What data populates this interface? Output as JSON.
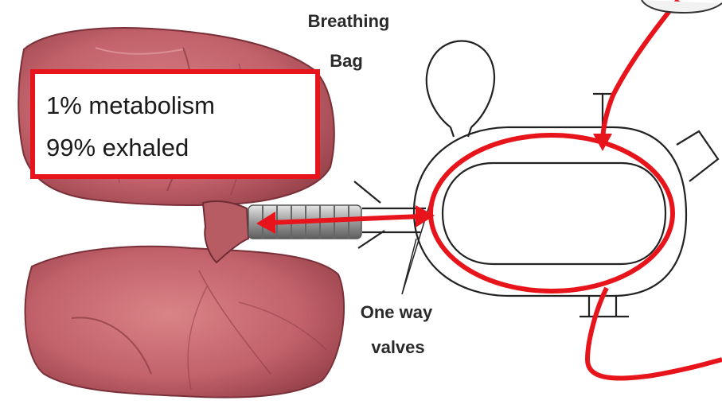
{
  "labels": {
    "breathing_bag_line1": "Breathing",
    "breathing_bag_line2": "Bag",
    "valves_line1": "One way",
    "valves_line2": "valves"
  },
  "info_box": {
    "line1": "1% metabolism",
    "line2": "99% exhaled"
  },
  "colors": {
    "accent_red": "#e8141b",
    "lung_tissue": "#c96a6e",
    "outline": "#222222"
  }
}
